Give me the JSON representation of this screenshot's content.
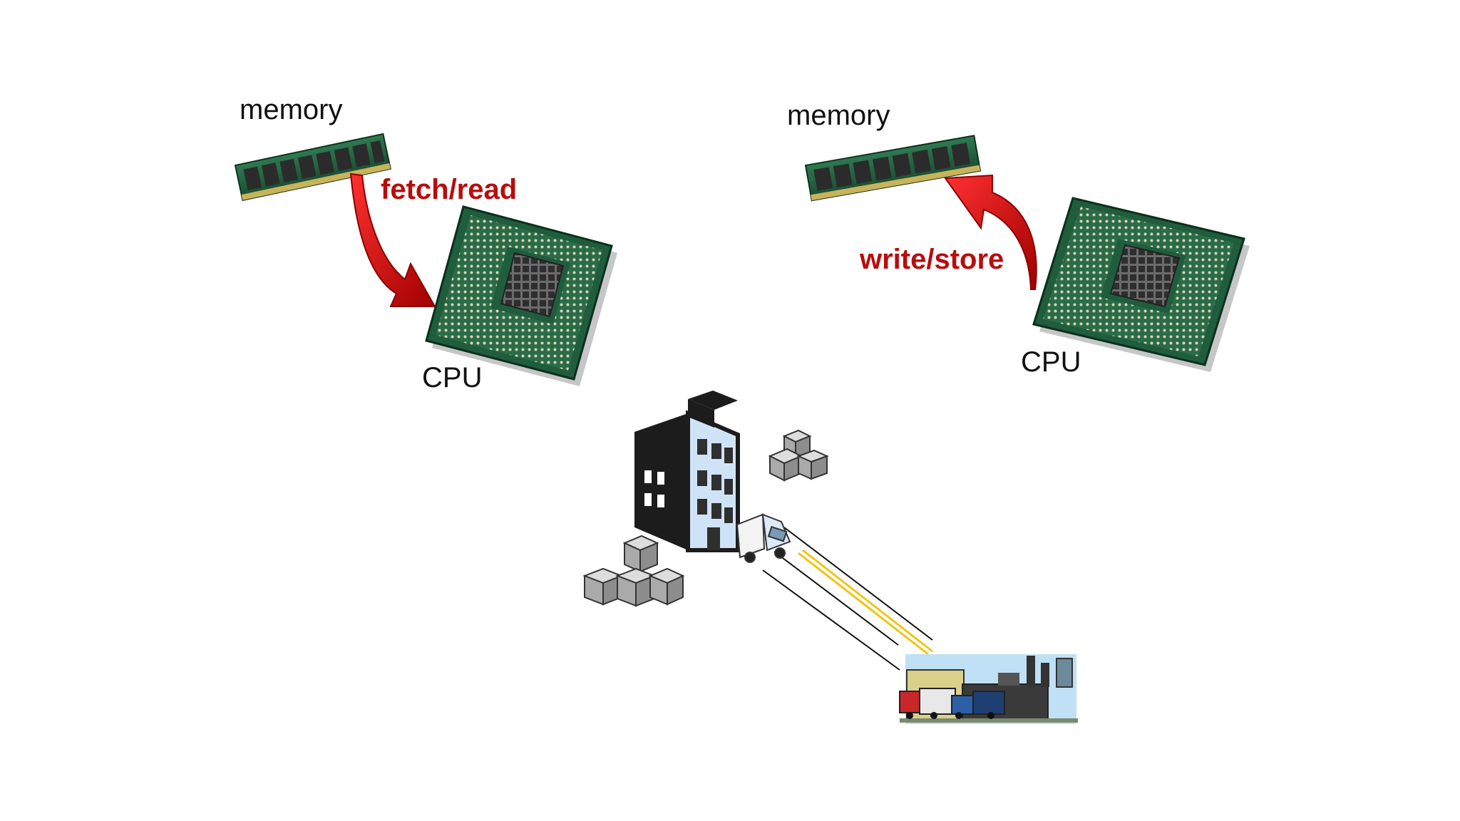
{
  "left_panel": {
    "memory_label": "memory",
    "cpu_label": "CPU",
    "action_label": "fetch/read"
  },
  "right_panel": {
    "memory_label": "memory",
    "cpu_label": "CPU",
    "action_label": "write/store"
  },
  "colors": {
    "arrow_red": "#c00000",
    "action_text": "#b80d0d",
    "pcb_green": "#1f5d3c",
    "chip_gray": "#4a4a4a",
    "building_blue": "#cfe3f7",
    "road_yellow": "#f0c419"
  },
  "icons": [
    "ram-module-icon",
    "cpu-chip-icon",
    "curved-arrow-icon",
    "building-icon",
    "boxes-icon",
    "truck-icon",
    "factory-icon"
  ]
}
